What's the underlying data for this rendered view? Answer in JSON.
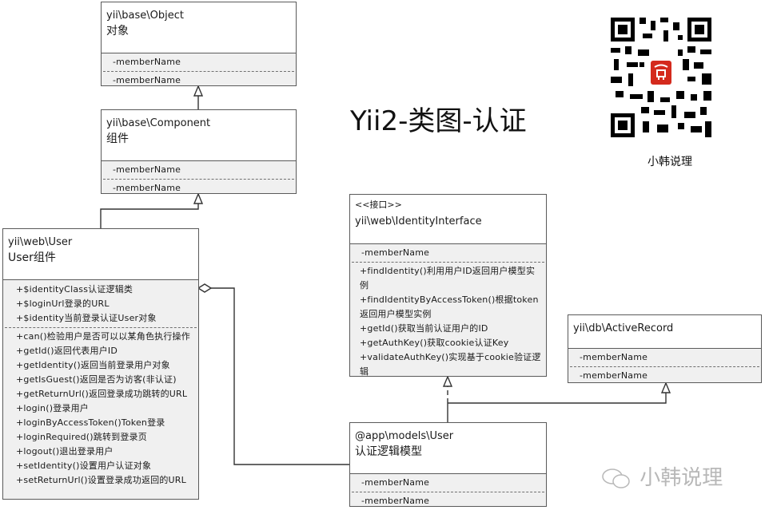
{
  "title": "Yii2-类图-认证",
  "qr": {
    "label": "小韩说理",
    "icon": "qr-code-icon"
  },
  "watermark": {
    "text": "小韩说理",
    "icon": "wechat-icon"
  },
  "classes": {
    "object": {
      "name": "yii\\base\\Object",
      "subtitle": "对象",
      "attributes": [
        "-memberName"
      ],
      "operations": [
        "-memberName"
      ]
    },
    "component": {
      "name": "yii\\base\\Component",
      "subtitle": "组件",
      "attributes": [
        "-memberName"
      ],
      "operations": [
        "-memberName"
      ]
    },
    "web_user": {
      "name": "yii\\web\\User",
      "subtitle": "User组件",
      "attributes": [
        "+$identityClass认证逻辑类",
        "+$loginUrl登录的URL",
        "+$identity当前登录认证User对象"
      ],
      "operations": [
        "+can()检验用户是否可以以某角色执行操作",
        "+getId()返回代表用户ID",
        "+getIdentity()返回当前登录用户对象",
        "+getIsGuest()返回是否为访客(非认证)",
        "+getReturnUrl()返回登录成功跳转的URL",
        "+login()登录用户",
        "+loginByAccessToken()Token登录",
        "+loginRequired()跳转到登录页",
        "+logout()退出登录用户",
        "+setIdentity()设置用户认证对象",
        "+setReturnUrl()设置登录成功返回的URL"
      ]
    },
    "identity_interface": {
      "stereotype": "<<接口>>",
      "name": "yii\\web\\IdentityInterface",
      "attributes": [
        "-memberName"
      ],
      "operations": [
        "+findIdentity()利用用户ID返回用户模型实例",
        "+findIdentityByAccessToken()根据token返回用户模型实例",
        "+getId()获取当前认证用户的ID",
        "+getAuthKey()获取cookie认证Key",
        "+validateAuthKey()实现基于cookie验证逻辑"
      ]
    },
    "active_record": {
      "name": "yii\\db\\ActiveRecord",
      "attributes": [
        "-memberName"
      ],
      "operations": [
        "-memberName"
      ]
    },
    "app_user": {
      "name": "@app\\models\\User",
      "subtitle": "认证逻辑模型",
      "attributes": [
        "-memberName"
      ],
      "operations": [
        "-memberName"
      ]
    }
  },
  "relations": [
    {
      "from": "yii\\base\\Component",
      "to": "yii\\base\\Object",
      "type": "generalization"
    },
    {
      "from": "yii\\web\\User",
      "to": "yii\\base\\Component",
      "type": "generalization"
    },
    {
      "from": "@app\\models\\User",
      "to": "yii\\web\\IdentityInterface",
      "type": "realization"
    },
    {
      "from": "@app\\models\\User",
      "to": "yii\\db\\ActiveRecord",
      "type": "generalization"
    },
    {
      "from": "yii\\web\\User",
      "to": "@app\\models\\User",
      "type": "aggregation"
    }
  ]
}
